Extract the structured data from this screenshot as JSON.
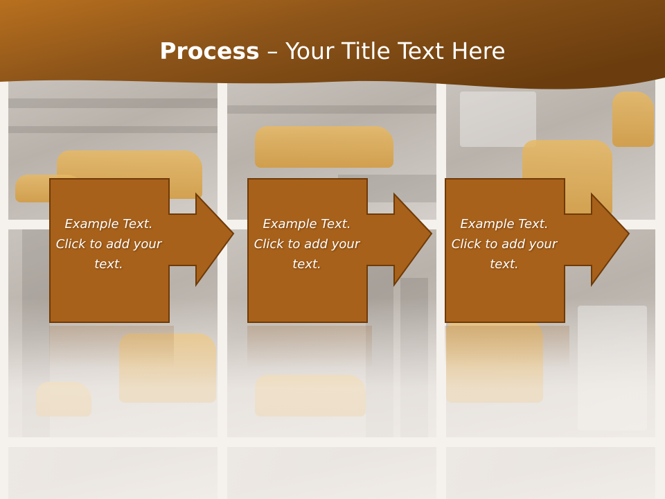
{
  "slide": {
    "title_bold": "Process",
    "title_rest": " – Your Title Text Here"
  },
  "steps": [
    {
      "text": "Example Text. Click  to add your text."
    },
    {
      "text": "Example Text. Click  to add your text."
    },
    {
      "text": "Example Text. Click  to add your text."
    }
  ],
  "colors": {
    "header_dark": "#6b3d0e",
    "header_light": "#b06a22",
    "box_fill": "#a8611a",
    "box_border": "#6e3a08",
    "background": "#f5f1ed"
  }
}
